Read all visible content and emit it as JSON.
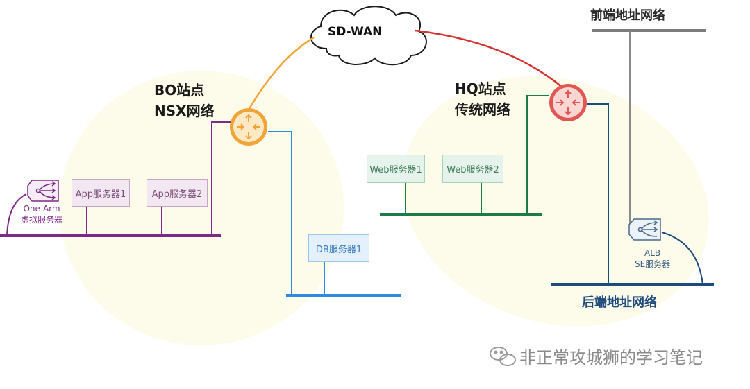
{
  "cloud": {
    "label": "SD-WAN"
  },
  "bo_site": {
    "line1": "BO站点",
    "line2": "NSX网络"
  },
  "hq_site": {
    "line1": "HQ站点",
    "line2": "传统网络"
  },
  "front_network": {
    "label": "前端地址网络"
  },
  "back_network": {
    "label": "后端地址网络"
  },
  "app_servers": [
    "App服务器1",
    "App服务器2"
  ],
  "web_servers": [
    "Web服务器1",
    "Web服务器2"
  ],
  "db_servers": [
    "DB服务器1"
  ],
  "one_arm": {
    "line1": "One-Arm",
    "line2": "虚拟服务器"
  },
  "alb": {
    "line1": "ALB",
    "line2": "SE服务器"
  },
  "watermark": {
    "text": "非正常攻城狮的学习笔记",
    "icon": "wechat-icon"
  },
  "colors": {
    "purple": "#7b2a86",
    "orange": "#f0a43a",
    "red": "#d6312f",
    "blue": "#2e8ae0",
    "green": "#1f7a4a",
    "navy": "#1e4a7c",
    "gray": "#8a8a8a",
    "bg_blob": "#fdfcea"
  }
}
